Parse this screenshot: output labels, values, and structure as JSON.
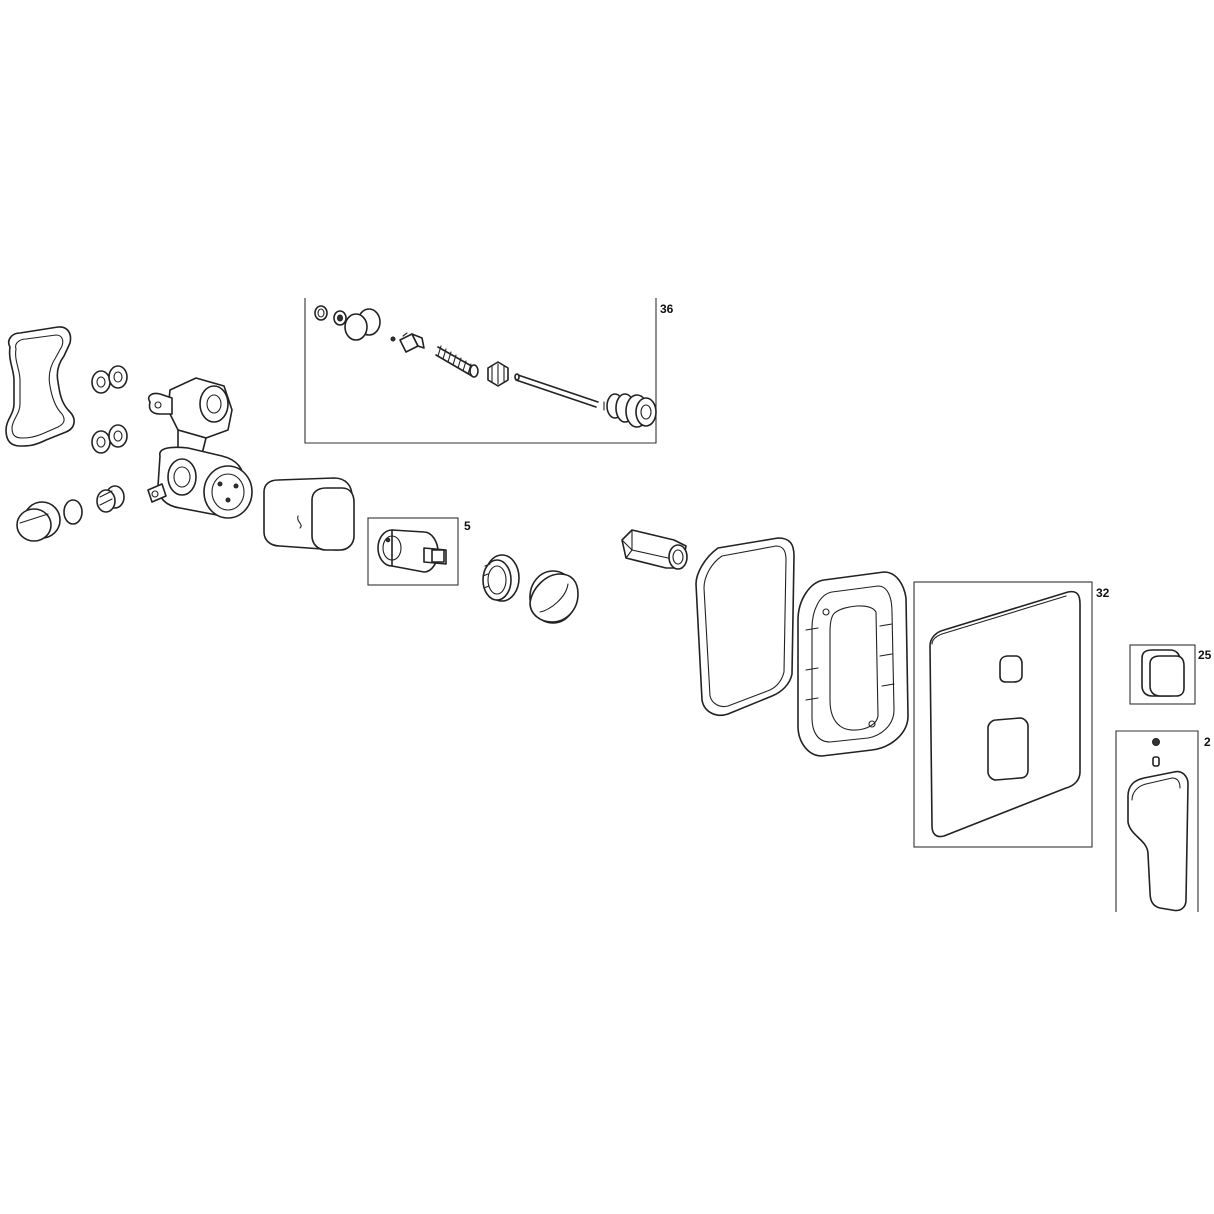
{
  "callouts": {
    "c36": "36",
    "c5": "5",
    "c32": "32",
    "c25": "25",
    "c2": "2"
  },
  "parts": {
    "mounting_bracket": "bracket-plate",
    "nuts_washers": "nut-washer",
    "valve_body": "valve-body",
    "plug": "plug",
    "o_ring": "o-ring",
    "fitting": "fitting",
    "cover_cap": "cover-cap",
    "cartridge": "cartridge",
    "bonnet_nut": "bonnet-nut",
    "sleeve": "sleeve",
    "extension": "extension",
    "gasket": "gasket",
    "trim_frame": "trim-frame",
    "trim_plate": "trim-plate",
    "knob": "knob",
    "lever_handle": "lever-handle",
    "diverter_kit": "diverter-kit"
  }
}
